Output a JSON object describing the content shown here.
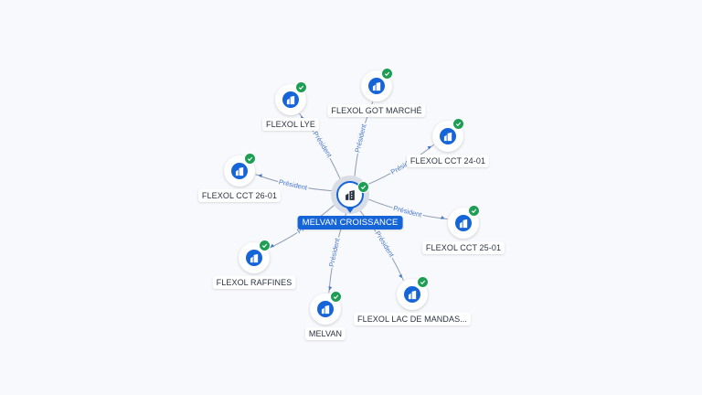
{
  "colors": {
    "edge": "#8e9bb0",
    "edge_label": "#4a77c9",
    "node_fill": "#1565d8",
    "check": "#1e9e55",
    "background": "#f7f9fc"
  },
  "center": {
    "label": "MELVAN CROISSANCE",
    "icon": "building-icon",
    "verified": true
  },
  "nodes": [
    {
      "id": "n1",
      "label": "FLEXOL LYE",
      "edge_label": "Président",
      "icon": "building-icon"
    },
    {
      "id": "n2",
      "label": "FLEXOL GOT MARCHÉ",
      "edge_label": "Président",
      "icon": "building-icon"
    },
    {
      "id": "n3",
      "label": "FLEXOL CCT 24-01",
      "edge_label": "Préside",
      "icon": "building-icon"
    },
    {
      "id": "n4",
      "label": "FLEXOL CCT 26-01",
      "edge_label": "Président",
      "icon": "building-icon"
    },
    {
      "id": "n5",
      "label": "FLEXOL CCT 25-01",
      "edge_label": "Président",
      "icon": "building-icon"
    },
    {
      "id": "n6",
      "label": "FLEXOL RAFFINES",
      "edge_label": "Pré",
      "icon": "building-icon"
    },
    {
      "id": "n7",
      "label": "MELVAN",
      "edge_label": "Président",
      "icon": "building-icon"
    },
    {
      "id": "n8",
      "label": "FLEXOL LAC DE MANDAS...",
      "edge_label": "Président",
      "icon": "building-icon"
    }
  ]
}
